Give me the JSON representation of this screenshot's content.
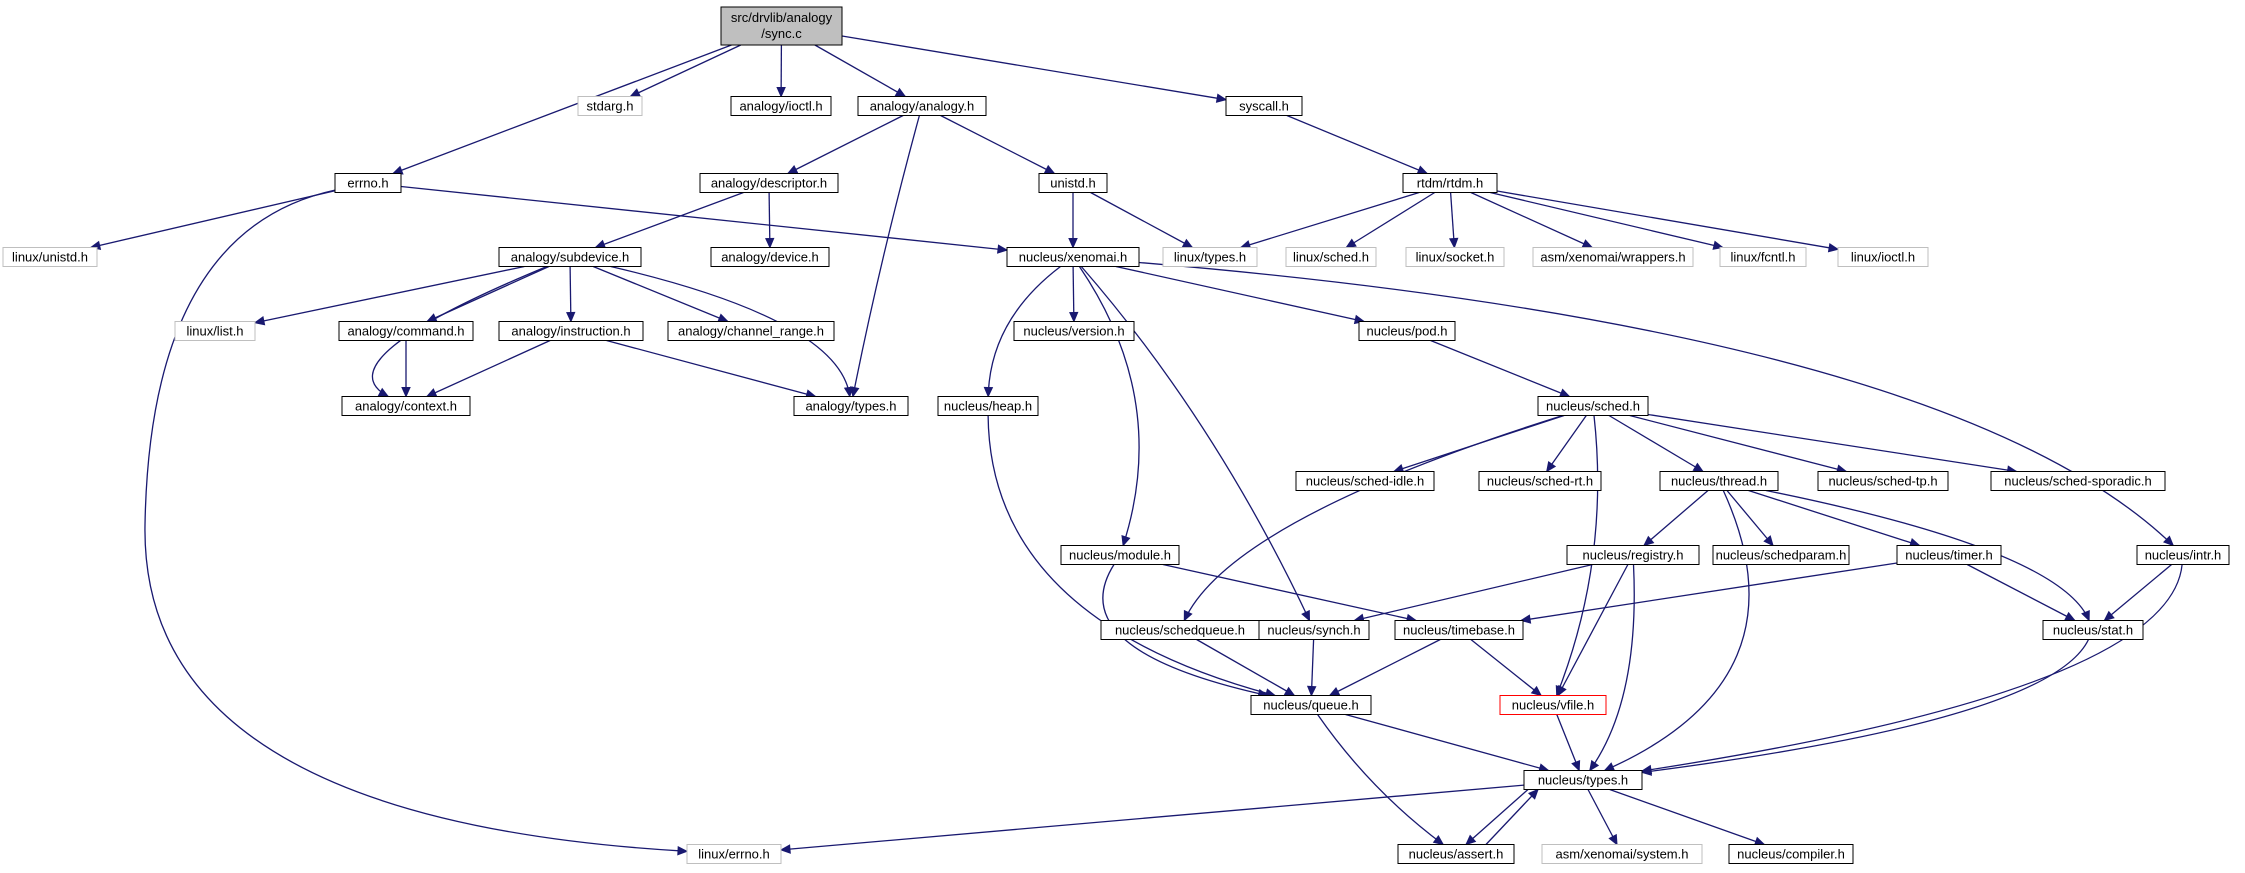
{
  "graph": {
    "root": {
      "line1": "src/drvlib/analogy",
      "line2": "/sync.c"
    },
    "nodes": [
      {
        "id": "stdarg",
        "label": "stdarg.h",
        "style": "external"
      },
      {
        "id": "analogy_ioctl",
        "label": "analogy/ioctl.h",
        "style": "normal"
      },
      {
        "id": "analogy_analogy",
        "label": "analogy/analogy.h",
        "style": "normal"
      },
      {
        "id": "syscall",
        "label": "syscall.h",
        "style": "normal"
      },
      {
        "id": "errno",
        "label": "errno.h",
        "style": "normal"
      },
      {
        "id": "analogy_descriptor",
        "label": "analogy/descriptor.h",
        "style": "normal"
      },
      {
        "id": "unistd",
        "label": "unistd.h",
        "style": "normal"
      },
      {
        "id": "rtdm",
        "label": "rtdm/rtdm.h",
        "style": "normal"
      },
      {
        "id": "linux_unistd",
        "label": "linux/unistd.h",
        "style": "external"
      },
      {
        "id": "analogy_subdevice",
        "label": "analogy/subdevice.h",
        "style": "normal"
      },
      {
        "id": "analogy_device",
        "label": "analogy/device.h",
        "style": "normal"
      },
      {
        "id": "nucleus_xenomai",
        "label": "nucleus/xenomai.h",
        "style": "normal"
      },
      {
        "id": "linux_types",
        "label": "linux/types.h",
        "style": "external"
      },
      {
        "id": "linux_sched",
        "label": "linux/sched.h",
        "style": "external"
      },
      {
        "id": "linux_socket",
        "label": "linux/socket.h",
        "style": "external"
      },
      {
        "id": "asm_wrappers",
        "label": "asm/xenomai/wrappers.h",
        "style": "external"
      },
      {
        "id": "linux_fcntl",
        "label": "linux/fcntl.h",
        "style": "external"
      },
      {
        "id": "linux_ioctl",
        "label": "linux/ioctl.h",
        "style": "external"
      },
      {
        "id": "linux_list",
        "label": "linux/list.h",
        "style": "external"
      },
      {
        "id": "analogy_command",
        "label": "analogy/command.h",
        "style": "normal"
      },
      {
        "id": "analogy_instruction",
        "label": "analogy/instruction.h",
        "style": "normal"
      },
      {
        "id": "analogy_channel_range",
        "label": "analogy/channel_range.h",
        "style": "normal"
      },
      {
        "id": "nucleus_version",
        "label": "nucleus/version.h",
        "style": "normal"
      },
      {
        "id": "nucleus_pod",
        "label": "nucleus/pod.h",
        "style": "normal"
      },
      {
        "id": "analogy_context",
        "label": "analogy/context.h",
        "style": "normal"
      },
      {
        "id": "analogy_types",
        "label": "analogy/types.h",
        "style": "normal"
      },
      {
        "id": "nucleus_heap",
        "label": "nucleus/heap.h",
        "style": "normal"
      },
      {
        "id": "nucleus_sched",
        "label": "nucleus/sched.h",
        "style": "normal"
      },
      {
        "id": "nucleus_sched_idle",
        "label": "nucleus/sched-idle.h",
        "style": "normal"
      },
      {
        "id": "nucleus_sched_rt",
        "label": "nucleus/sched-rt.h",
        "style": "normal"
      },
      {
        "id": "nucleus_thread",
        "label": "nucleus/thread.h",
        "style": "normal"
      },
      {
        "id": "nucleus_sched_tp",
        "label": "nucleus/sched-tp.h",
        "style": "normal"
      },
      {
        "id": "nucleus_sched_sporadic",
        "label": "nucleus/sched-sporadic.h",
        "style": "normal"
      },
      {
        "id": "nucleus_module",
        "label": "nucleus/module.h",
        "style": "normal"
      },
      {
        "id": "nucleus_registry",
        "label": "nucleus/registry.h",
        "style": "normal"
      },
      {
        "id": "nucleus_schedparam",
        "label": "nucleus/schedparam.h",
        "style": "normal"
      },
      {
        "id": "nucleus_timer",
        "label": "nucleus/timer.h",
        "style": "normal"
      },
      {
        "id": "nucleus_intr",
        "label": "nucleus/intr.h",
        "style": "normal"
      },
      {
        "id": "nucleus_schedqueue",
        "label": "nucleus/schedqueue.h",
        "style": "normal"
      },
      {
        "id": "nucleus_synch",
        "label": "nucleus/synch.h",
        "style": "normal"
      },
      {
        "id": "nucleus_timebase",
        "label": "nucleus/timebase.h",
        "style": "normal"
      },
      {
        "id": "nucleus_stat",
        "label": "nucleus/stat.h",
        "style": "normal"
      },
      {
        "id": "nucleus_queue",
        "label": "nucleus/queue.h",
        "style": "normal"
      },
      {
        "id": "nucleus_vfile",
        "label": "nucleus/vfile.h",
        "style": "truncated"
      },
      {
        "id": "nucleus_types",
        "label": "nucleus/types.h",
        "style": "normal"
      },
      {
        "id": "linux_errno",
        "label": "linux/errno.h",
        "style": "external"
      },
      {
        "id": "nucleus_assert",
        "label": "nucleus/assert.h",
        "style": "normal"
      },
      {
        "id": "asm_system",
        "label": "asm/xenomai/system.h",
        "style": "external"
      },
      {
        "id": "nucleus_compiler",
        "label": "nucleus/compiler.h",
        "style": "normal"
      }
    ],
    "edges": [
      [
        "root",
        "stdarg"
      ],
      [
        "root",
        "analogy_ioctl"
      ],
      [
        "root",
        "analogy_analogy"
      ],
      [
        "root",
        "syscall"
      ],
      [
        "root",
        "errno"
      ],
      [
        "analogy_analogy",
        "analogy_descriptor"
      ],
      [
        "analogy_analogy",
        "unistd"
      ],
      [
        "analogy_analogy",
        "analogy_types"
      ],
      [
        "syscall",
        "rtdm"
      ],
      [
        "errno",
        "linux_unistd"
      ],
      [
        "errno",
        "nucleus_xenomai"
      ],
      [
        "errno",
        "linux_errno"
      ],
      [
        "analogy_descriptor",
        "analogy_subdevice"
      ],
      [
        "analogy_descriptor",
        "analogy_device"
      ],
      [
        "unistd",
        "nucleus_xenomai"
      ],
      [
        "unistd",
        "linux_types"
      ],
      [
        "rtdm",
        "linux_types"
      ],
      [
        "rtdm",
        "linux_sched"
      ],
      [
        "rtdm",
        "linux_socket"
      ],
      [
        "rtdm",
        "asm_wrappers"
      ],
      [
        "rtdm",
        "linux_fcntl"
      ],
      [
        "rtdm",
        "linux_ioctl"
      ],
      [
        "analogy_subdevice",
        "linux_list"
      ],
      [
        "analogy_subdevice",
        "analogy_command"
      ],
      [
        "analogy_subdevice",
        "analogy_instruction"
      ],
      [
        "analogy_subdevice",
        "analogy_channel_range"
      ],
      [
        "analogy_subdevice",
        "analogy_context"
      ],
      [
        "analogy_subdevice",
        "analogy_types"
      ],
      [
        "analogy_command",
        "analogy_context"
      ],
      [
        "analogy_instruction",
        "analogy_context"
      ],
      [
        "analogy_instruction",
        "analogy_types"
      ],
      [
        "nucleus_xenomai",
        "nucleus_version"
      ],
      [
        "nucleus_xenomai",
        "nucleus_pod"
      ],
      [
        "nucleus_xenomai",
        "nucleus_heap"
      ],
      [
        "nucleus_xenomai",
        "nucleus_module"
      ],
      [
        "nucleus_xenomai",
        "nucleus_synch"
      ],
      [
        "nucleus_xenomai",
        "nucleus_intr"
      ],
      [
        "nucleus_pod",
        "nucleus_sched"
      ],
      [
        "nucleus_heap",
        "nucleus_queue"
      ],
      [
        "nucleus_sched",
        "nucleus_sched_idle"
      ],
      [
        "nucleus_sched",
        "nucleus_sched_rt"
      ],
      [
        "nucleus_sched",
        "nucleus_thread"
      ],
      [
        "nucleus_sched",
        "nucleus_sched_tp"
      ],
      [
        "nucleus_sched",
        "nucleus_sched_sporadic"
      ],
      [
        "nucleus_sched",
        "nucleus_schedqueue"
      ],
      [
        "nucleus_sched",
        "nucleus_vfile"
      ],
      [
        "nucleus_thread",
        "nucleus_registry"
      ],
      [
        "nucleus_thread",
        "nucleus_schedparam"
      ],
      [
        "nucleus_thread",
        "nucleus_timer"
      ],
      [
        "nucleus_thread",
        "nucleus_stat"
      ],
      [
        "nucleus_thread",
        "nucleus_types"
      ],
      [
        "nucleus_module",
        "nucleus_queue"
      ],
      [
        "nucleus_module",
        "nucleus_timebase"
      ],
      [
        "nucleus_registry",
        "nucleus_synch"
      ],
      [
        "nucleus_registry",
        "nucleus_vfile"
      ],
      [
        "nucleus_registry",
        "nucleus_types"
      ],
      [
        "nucleus_timer",
        "nucleus_timebase"
      ],
      [
        "nucleus_timer",
        "nucleus_stat"
      ],
      [
        "nucleus_intr",
        "nucleus_stat"
      ],
      [
        "nucleus_intr",
        "nucleus_types"
      ],
      [
        "nucleus_schedqueue",
        "nucleus_queue"
      ],
      [
        "nucleus_synch",
        "nucleus_queue"
      ],
      [
        "nucleus_timebase",
        "nucleus_queue"
      ],
      [
        "nucleus_timebase",
        "nucleus_vfile"
      ],
      [
        "nucleus_stat",
        "nucleus_types"
      ],
      [
        "nucleus_queue",
        "nucleus_types"
      ],
      [
        "nucleus_queue",
        "nucleus_assert"
      ],
      [
        "nucleus_vfile",
        "nucleus_types"
      ],
      [
        "nucleus_types",
        "linux_errno"
      ],
      [
        "nucleus_types",
        "nucleus_assert"
      ],
      [
        "nucleus_types",
        "asm_system"
      ],
      [
        "nucleus_types",
        "nucleus_compiler"
      ],
      [
        "nucleus_assert",
        "nucleus_types"
      ]
    ]
  },
  "colors": {
    "edge": "#191970",
    "border_normal": "#000000",
    "border_external": "#bfbfbf",
    "border_truncated": "#ff0000",
    "root_fill": "#bfbfbf",
    "node_fill": "#ffffff"
  }
}
